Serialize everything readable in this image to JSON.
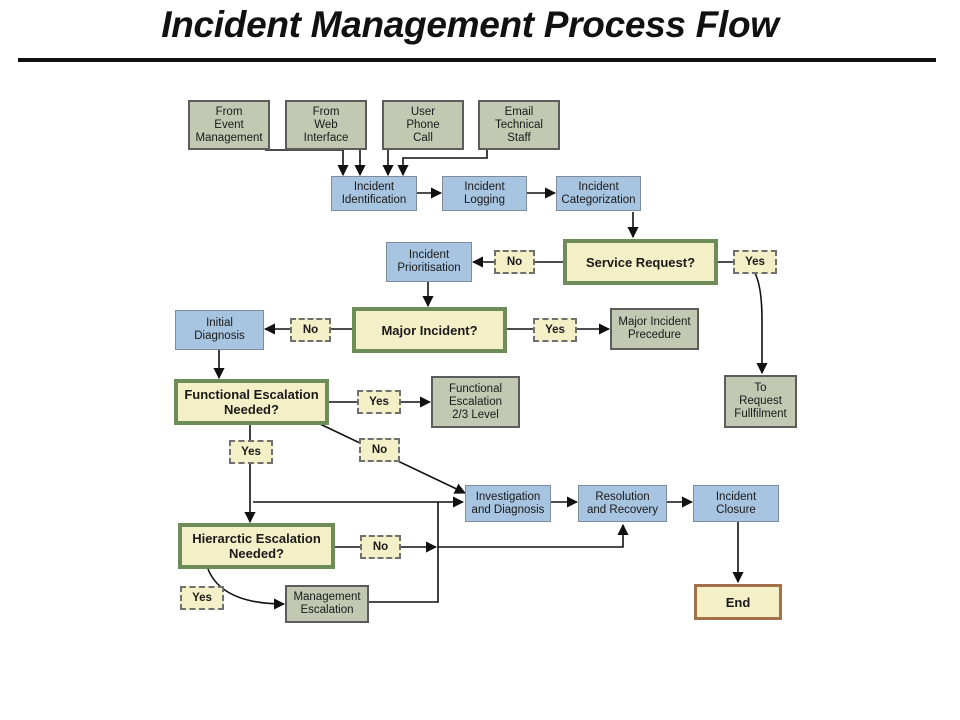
{
  "title": "Incident Management Process Flow",
  "sources": {
    "event": "From\nEvent\nManagement",
    "web": "From\nWeb\nInterface",
    "phone": "User\nPhone\nCall",
    "email": "Email\nTechnical\nStaff"
  },
  "steps": {
    "identification": "Incident\nIdentification",
    "logging": "Incident\nLogging",
    "categorization": "Incident\nCategorization",
    "prioritisation": "Incident\nPrioritisation",
    "initial_diagnosis": "Initial\nDiagnosis",
    "investigation": "Investigation\nand Diagnosis",
    "resolution": "Resolution\nand Recovery",
    "closure": "Incident\nClosure"
  },
  "decisions": {
    "service_request": "Service Request?",
    "major_incident": "Major Incident?",
    "functional_escalation": "Functional Escalation\nNeeded?",
    "hierarchic_escalation": "Hierarctic Escalation\nNeeded?"
  },
  "outcomes": {
    "major_procedure": "Major Incident\nPrecedure",
    "functional_level": "Functional\nEscalation\n2/3 Level",
    "request_fulfilment": "To\nRequest\nFullfilment",
    "management_escalation": "Management\nEscalation",
    "end": "End"
  },
  "labels": {
    "yes": "Yes",
    "no": "No"
  }
}
